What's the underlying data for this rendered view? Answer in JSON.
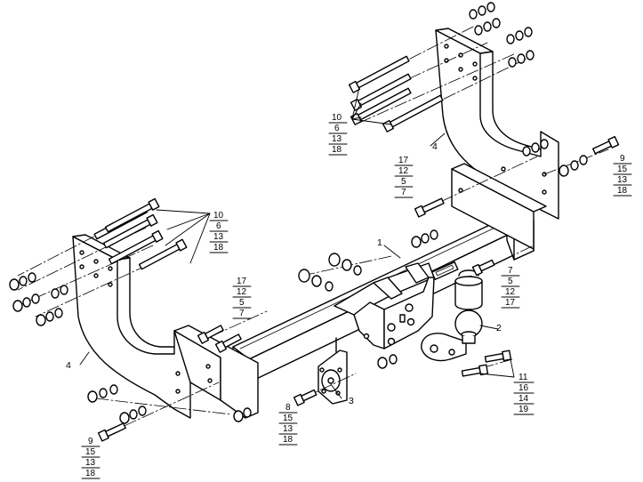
{
  "callouts": [
    {
      "id": "frame",
      "text": "1"
    },
    {
      "id": "ball",
      "text": "2"
    },
    {
      "id": "socket-plate",
      "text": "3"
    },
    {
      "id": "side-bracket-left",
      "text": "4"
    },
    {
      "id": "side-bracket-right",
      "text": "4"
    }
  ],
  "stacks": {
    "top_right_bolts": [
      "10",
      "6",
      "13",
      "18"
    ],
    "left_bolts": [
      "10",
      "6",
      "13",
      "18"
    ],
    "right_small_bolt": [
      "17",
      "12",
      "5",
      "7"
    ],
    "right_end_bolt": [
      "9",
      "15",
      "13",
      "18"
    ],
    "center_small_bolt": [
      "17",
      "12",
      "5",
      "7"
    ],
    "ball_bolt": [
      "7",
      "5",
      "12",
      "17"
    ],
    "socket_bolt": [
      "8",
      "15",
      "13",
      "18"
    ],
    "bottom_left_bolt": [
      "9",
      "15",
      "13",
      "18"
    ],
    "ball_mount_bolts": [
      "11",
      "16",
      "14",
      "19"
    ]
  }
}
